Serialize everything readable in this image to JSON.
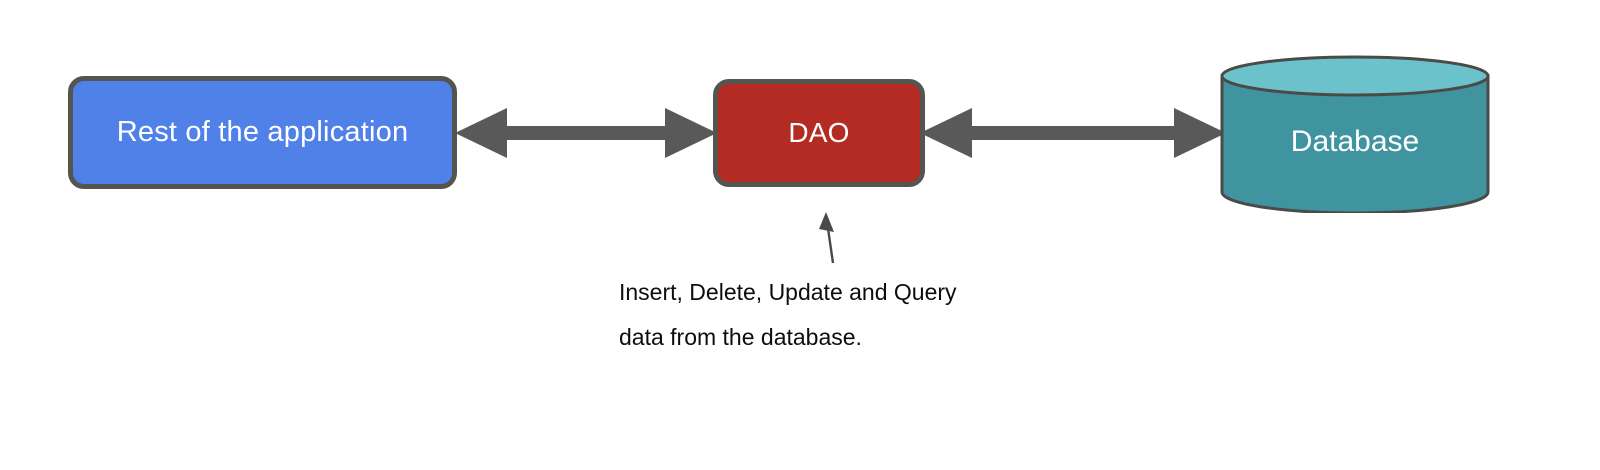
{
  "diagram": {
    "title": "DAO layered architecture diagram",
    "background_color": "#ffffff",
    "nodes": {
      "rest": {
        "label": "Rest of the application",
        "shape": "rounded-rectangle",
        "fill_color": "#4f81e8",
        "border_color": "#55544f",
        "text_color": "#ffffff"
      },
      "dao": {
        "label": "DAO",
        "shape": "rounded-rectangle",
        "fill_color": "#b32b22",
        "border_color": "#55544f",
        "text_color": "#ffffff"
      },
      "database": {
        "label": "Database",
        "shape": "cylinder",
        "fill_color": "#3f94a0",
        "top_fill_color": "#6cc2ca",
        "border_color": "#4a4a48",
        "text_color": "#ffffff"
      }
    },
    "connectors": {
      "rest_to_dao": {
        "style": "double-headed-arrow",
        "color": "#595959"
      },
      "dao_to_database": {
        "style": "double-headed-arrow",
        "color": "#595959"
      },
      "caption_pointer": {
        "style": "thin-arrow-up",
        "color": "#4a4a4a"
      }
    },
    "caption": {
      "text": "Insert, Delete, Update and Query\ndata from the database.",
      "line1": "Insert, Delete, Update and Query",
      "line2": "data from the database.",
      "text_color": "#0d0d0d"
    }
  }
}
